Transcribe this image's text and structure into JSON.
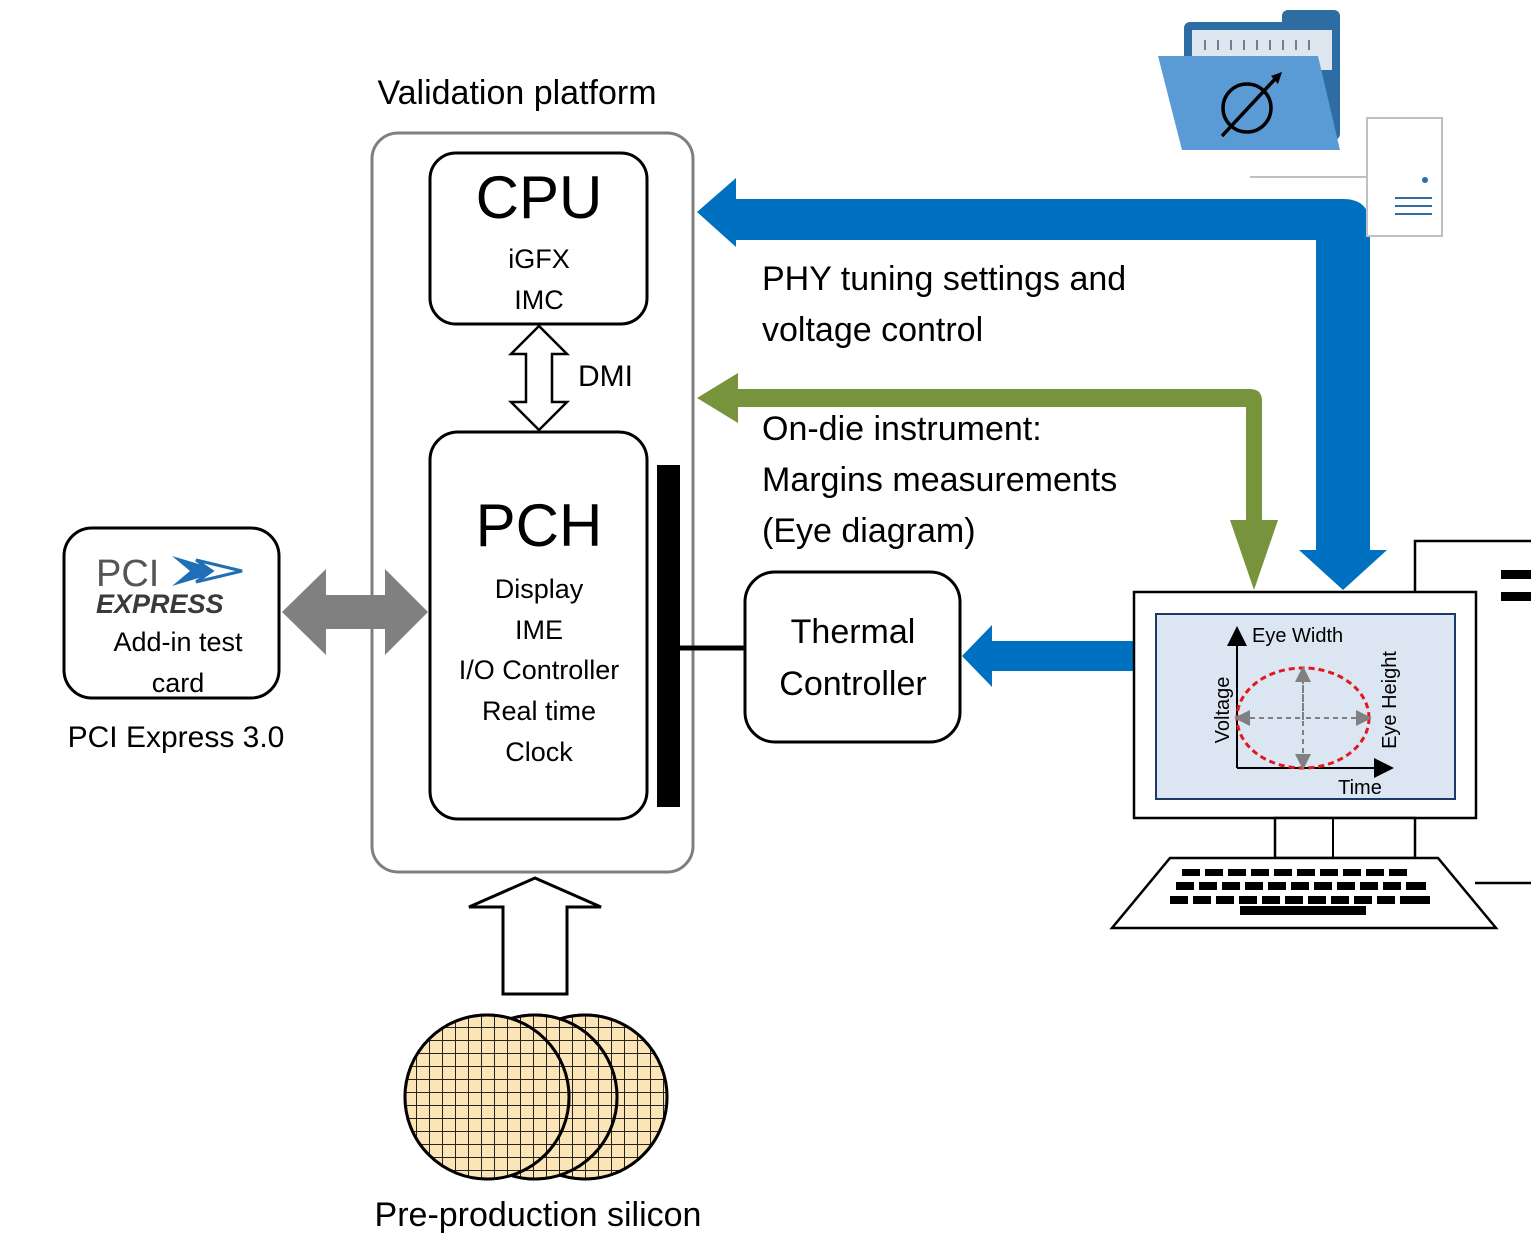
{
  "platform": {
    "label": "Validation platform"
  },
  "cpu": {
    "title": "CPU",
    "lines": [
      "iGFX",
      "IMC"
    ]
  },
  "dmi": {
    "label": "DMI"
  },
  "pch": {
    "title": "PCH",
    "lines": [
      "Display",
      "IME",
      "I/O Controller",
      "Real time",
      "Clock"
    ]
  },
  "pcie_card": {
    "logo_top": "PCI",
    "logo_bottom": "EXPRESS",
    "lines": [
      "Add-in test",
      "card"
    ],
    "caption": "PCI Express 3.0"
  },
  "thermal": {
    "lines": [
      "Thermal",
      "Controller"
    ]
  },
  "annotations": {
    "phy": [
      "PHY tuning settings and",
      "voltage control"
    ],
    "ondie": [
      "On-die instrument:",
      "Margins measurements",
      "(Eye diagram)"
    ]
  },
  "monitor": {
    "eye_width": "Eye Width",
    "eye_height": "Eye Height",
    "voltage": "Voltage",
    "time": "Time"
  },
  "silicon": {
    "caption": "Pre-production silicon"
  },
  "colors": {
    "blue_arrow": "#0070c0",
    "green_arrow": "#77933c",
    "gray_arrow": "#7f7f7f",
    "wafer_fill": "#fbe5b6",
    "screen_fill": "#dce6f2",
    "folder_blue": "#5b9bd5",
    "pcie_blue": "#1f6fb6"
  }
}
